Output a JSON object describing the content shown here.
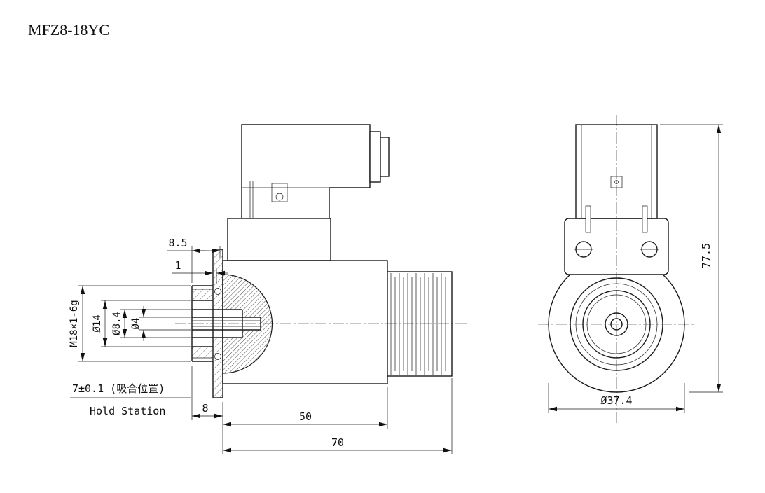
{
  "title": "MFZ8-18YC",
  "colors": {
    "ink": "#1a1a1a",
    "background": "#ffffff"
  },
  "side_view": {
    "dim_8_5": "8.5",
    "dim_1": "1",
    "dim_thread": "M18×1-6g",
    "dim_d14": "Ø14",
    "dim_d8_4": "Ø8.4",
    "dim_d4": "Ø4",
    "hold_position_cn": "7±0.1 (吸合位置)",
    "hold_position_en": "Hold Station",
    "dim_8": "8",
    "dim_50": "50",
    "dim_70": "70"
  },
  "front_view": {
    "dim_height": "77.5",
    "dim_diameter": "Ø37.4"
  }
}
